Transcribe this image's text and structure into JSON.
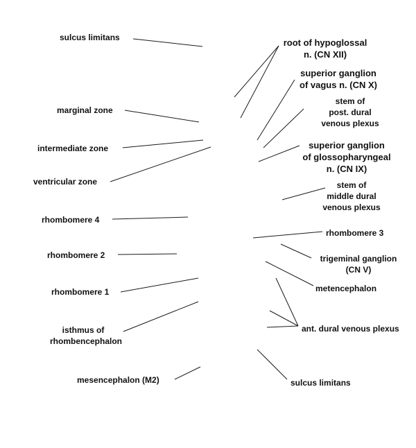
{
  "labels": {
    "sulcus_limitans_top": "sulcus limitans",
    "marginal_zone": "marginal zone",
    "intermediate_zone": "intermediate zone",
    "ventricular_zone": "ventricular zone",
    "rhombomere_4": "rhombomere 4",
    "rhombomere_2": "rhombomere 2",
    "rhombomere_1": "rhombomere 1",
    "isthmus": "isthmus of\nrhombencephalon",
    "mesencephalon": "mesencephalon (M2)",
    "root_hypoglossal": "root of hypoglossal\nn. (CN XII)",
    "superior_ganglion_vagus": "superior ganglion\nof vagus n. (CN X)",
    "stem_post_dural": "stem of\npost. dural\nvenous plexus",
    "superior_ganglion_glosso": "superior ganglion\nof glossopharyngeal\nn. (CN IX)",
    "stem_middle_dural": "stem of\nmiddle dural\nvenous plexus",
    "rhombomere_3": "rhombomere 3",
    "trigeminal_ganglion": "trigeminal ganglion\n(CN V)",
    "metencephalon": "metencephalon",
    "ant_dural": "ant. dural venous plexus",
    "sulcus_limitans_bottom": "sulcus limitans"
  }
}
